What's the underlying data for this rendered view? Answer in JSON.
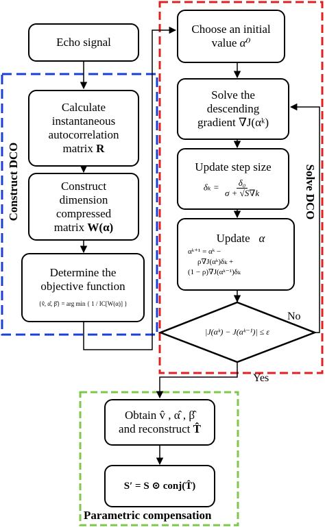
{
  "nodes": {
    "echo": {
      "line1": "Echo signal"
    },
    "autocorr": {
      "line1": "Calculate",
      "line2": "instantaneous",
      "line3": "autocorrelation",
      "line4": "matrix",
      "symbol": "R"
    },
    "compress": {
      "line1": "Construct",
      "line2": "dimension",
      "line3": "compressed",
      "line4": "matrix",
      "symbol": "W(α)"
    },
    "objective": {
      "line1": "Determine the",
      "line2": "objective function",
      "formula": "{v̂, α̂, β̂} = arg min { 1 / IC[W(α)] }"
    },
    "init": {
      "line1": "Choose an initial",
      "line2": "value",
      "symbol": "α⁰"
    },
    "gradient": {
      "line1": "Solve the",
      "line2": "descending",
      "line3": "gradient",
      "symbol": "∇J(αᵏ)"
    },
    "stepsize": {
      "line1": "Update step size",
      "formula_lhs": "δₖ =",
      "formula_num": "δ₀",
      "formula_den": "σ + √S∇k"
    },
    "update": {
      "line1": "Update",
      "symbol": "α",
      "eq1": "αᵏ⁺¹ = αᵏ −",
      "eq2": "ρ∇J(αᵏ)δₖ +",
      "eq3": "(1 − ρ)∇J(αᵏ⁻¹)δₖ"
    },
    "decision": {
      "condition": "|J(αᵏ) − J(αᵏ⁻¹)| ≤ ε"
    },
    "obtain": {
      "line1": "Obtain v̂ , α̂ , β̂",
      "line2": "and reconstruct",
      "symbol": "T̂"
    },
    "compensate": {
      "formula": "S′ = S ⊙ conj(T̂)"
    }
  },
  "edge_labels": {
    "no": "No",
    "yes": "Yes"
  },
  "groups": {
    "construct": {
      "label": "Construct DCO",
      "color": "#1a3fd6"
    },
    "solve": {
      "label": "Solve DCO",
      "color": "#e02020"
    },
    "param": {
      "label": "Parametric compensation",
      "color": "#7cc84a"
    }
  }
}
